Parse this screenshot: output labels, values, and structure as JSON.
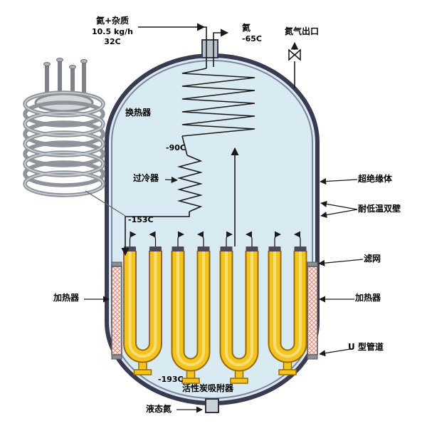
{
  "colors": {
    "vessel_fill": "#d9eaf2",
    "vessel_wall": "#3a3a50",
    "tube_yellow": "#f3c41d",
    "tube_outline": "#9a6b07",
    "heater_hatch_pink": "#e2918f",
    "line_black": "#1a1a1a"
  },
  "inlet": {
    "stream": "氦+杂质",
    "flow_rate": "10.5 kg/h",
    "temp": "32C"
  },
  "outlet": {
    "stream": "氦",
    "temp": "-65C"
  },
  "labels": {
    "n2_outlet": "氮气出口",
    "heat_exchanger": "换热器",
    "hx_outlet_temp": "-90C",
    "subcooler": "过冷器",
    "subcooler_outlet_temp": "-153C",
    "super_insulation": "超绝缘体",
    "cryo_double_wall": "耐低温双壁",
    "filter_screen": "滤网",
    "heater_left": "加热器",
    "heater_right": "加热器",
    "u_pipe": "U 型管道",
    "adsorber_temp": "-193C",
    "adsorber": "活性炭吸附器",
    "liquid_nitrogen": "液态氮"
  }
}
